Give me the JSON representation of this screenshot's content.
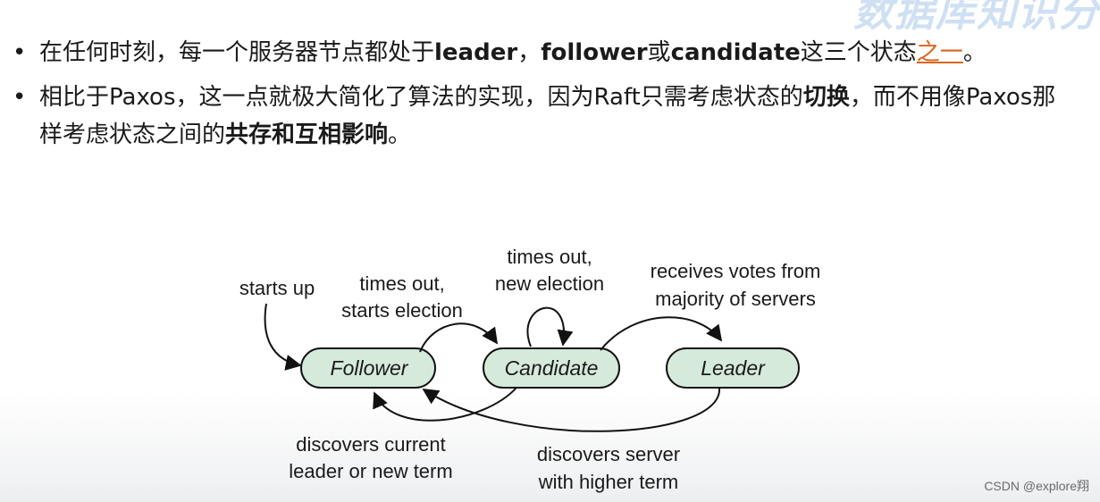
{
  "watermark": "数据库知识分",
  "bullets": [
    {
      "marker": "•",
      "segments": [
        {
          "text": "在任何时刻，每一个服务器节点都处于",
          "style": "normal"
        },
        {
          "text": "leader",
          "style": "bold"
        },
        {
          "text": "，",
          "style": "normal"
        },
        {
          "text": "follower",
          "style": "bold"
        },
        {
          "text": "或",
          "style": "normal"
        },
        {
          "text": "candidate",
          "style": "bold"
        },
        {
          "text": "这三个状态",
          "style": "normal"
        },
        {
          "text": "之一",
          "style": "accent"
        },
        {
          "text": "。",
          "style": "normal"
        }
      ]
    },
    {
      "marker": "•",
      "segments": [
        {
          "text": "相比于Paxos，这一点就极大简化了算法的实现，因为Raft只需考虑状态的",
          "style": "normal"
        },
        {
          "text": "切换",
          "style": "bold"
        },
        {
          "text": "，而不用像Paxos那样考虑状态之间的",
          "style": "normal"
        },
        {
          "text": "共存和互相影响",
          "style": "bold"
        },
        {
          "text": "。",
          "style": "normal"
        }
      ]
    }
  ],
  "diagram": {
    "states": {
      "follower": "Follower",
      "candidate": "Candidate",
      "leader": "Leader"
    },
    "state_fill": "#d6eadb",
    "edges": {
      "starts_up": [
        "starts up"
      ],
      "times_out_start": [
        "times out,",
        "starts election"
      ],
      "times_out_new": [
        "times out,",
        "new election"
      ],
      "receives_votes": [
        "receives votes from",
        "majority of servers"
      ],
      "discovers_leader": [
        "discovers current",
        "leader or new term"
      ],
      "discovers_higher": [
        "discovers server",
        "with higher term"
      ]
    }
  },
  "credit": "CSDN @explore翔",
  "colors": {
    "accent": "#d9651c",
    "watermark": "#cfe0f3"
  }
}
